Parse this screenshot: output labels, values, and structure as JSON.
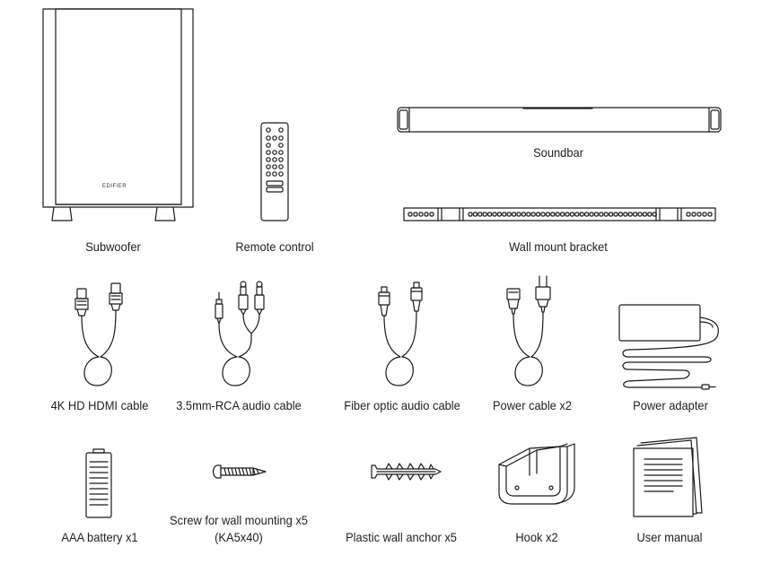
{
  "items": {
    "subwoofer": "Subwoofer",
    "remote_control": "Remote control",
    "soundbar": "Soundbar",
    "wall_mount_bracket": "Wall mount bracket",
    "hdmi_cable": "4K HD HDMI cable",
    "rca_cable": "3.5mm-RCA audio cable",
    "optical_cable": "Fiber optic audio cable",
    "power_cable": "Power cable x2",
    "power_adapter": "Power adapter",
    "battery": "AAA battery x1",
    "screw_line1": "Screw for wall mounting x5",
    "screw_line2": "(KA5x40)",
    "wall_anchor": "Plastic wall anchor x5",
    "hook": "Hook x2",
    "user_manual": "User manual"
  },
  "subwoofer_logo": "EDIFIER"
}
